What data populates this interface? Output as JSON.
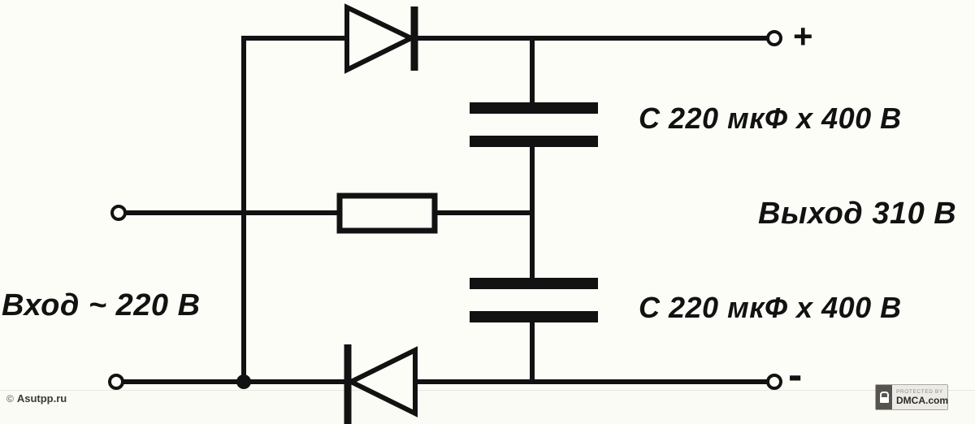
{
  "canvas": {
    "background": "#fdfdf8",
    "ink": "#121212"
  },
  "labels": {
    "input": "Вход ~ 220 В",
    "output": "Выход 310 В",
    "capacitor_top": "С 220 мкФ х 400 В",
    "capacitor_bottom": "С 220 мкФ х 400 В",
    "plus_terminal": "+",
    "minus_terminal": "-"
  },
  "watermark": {
    "symbol": "©",
    "text": "Asutpp.ru"
  },
  "dmca_badge": {
    "line1": "PROTECTED BY",
    "line2": "DMCA.com",
    "icon": "lock-icon"
  }
}
